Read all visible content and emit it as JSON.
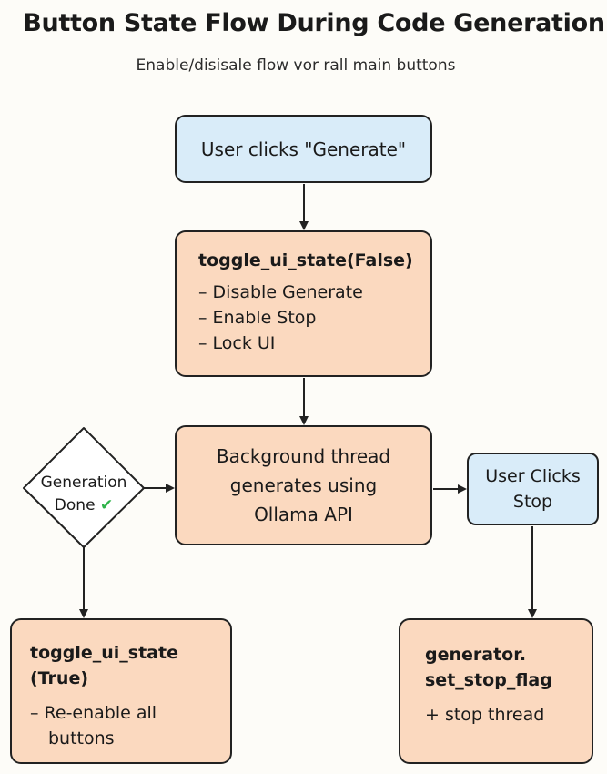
{
  "header": {
    "title": "Button State Flow During Code Generation",
    "subtitle": "Enable/disisale flow vor rall main buttons"
  },
  "nodes": {
    "start": {
      "label": "User clicks \"Generate\""
    },
    "toggle_false": {
      "title": "toggle_ui_state(False)",
      "items": [
        "– Disable Generate",
        "– Enable Stop",
        "– Lock UI"
      ]
    },
    "thread": {
      "lines": [
        "Background thread",
        "generates using",
        "Ollama API"
      ]
    },
    "stop_click": {
      "lines": [
        "User Clicks",
        "Stop"
      ]
    },
    "decision": {
      "line1": "Generation",
      "line2": "Done",
      "check": "✔"
    },
    "toggle_true": {
      "title_lines": [
        "toggle_ui_state",
        "(True)"
      ],
      "items": [
        "– Re-enable all",
        "buttons"
      ]
    },
    "stop_flag": {
      "title_lines": [
        "generator.",
        "set_stop_flag"
      ],
      "items": [
        "+ stop thread"
      ]
    }
  },
  "colors": {
    "process_fill": "#fbd9bf",
    "user_action_fill": "#d9ecf9",
    "stroke": "#222222",
    "check": "#2fb34a"
  }
}
